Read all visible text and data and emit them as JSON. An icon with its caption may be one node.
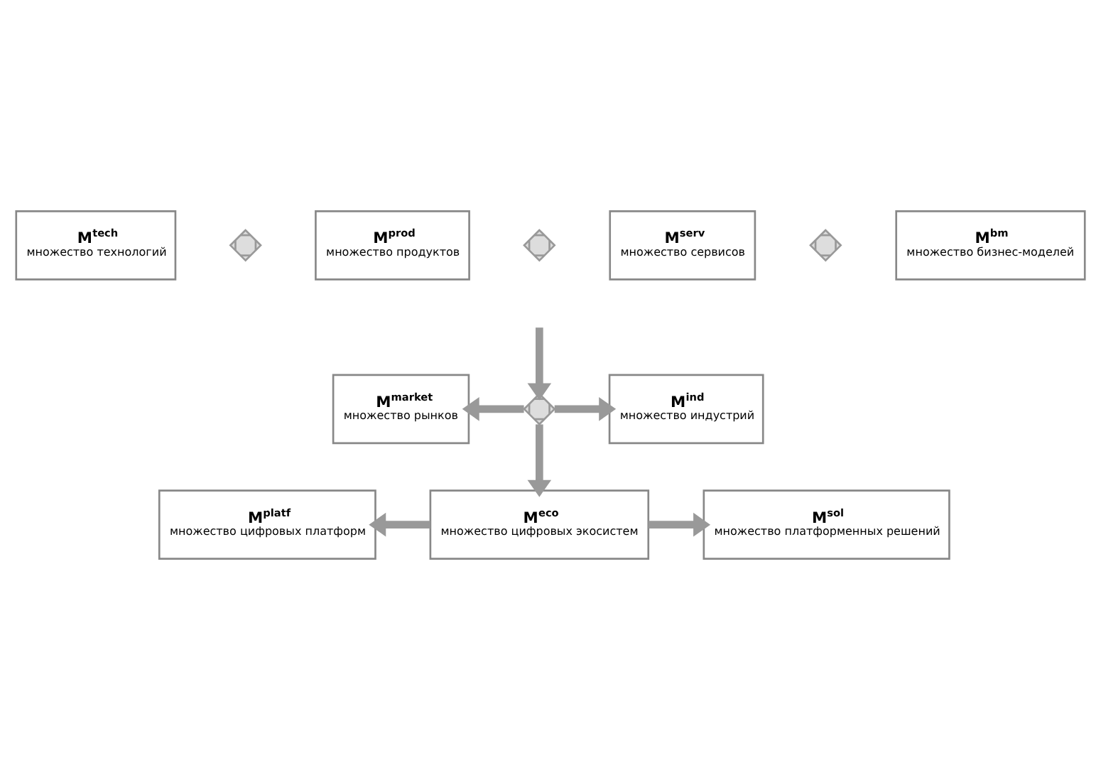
{
  "diagram": {
    "nodes": [
      {
        "text": [
          "M$^{tech}$",
          "множество технологий"
        ]
      },
      {
        "text": [],
        "shape": "cross"
      },
      {
        "text": [
          "M$^{prod}$",
          "множество продуктов"
        ]
      },
      {
        "text": [],
        "shape": "cross"
      },
      {
        "text": [
          "M$^{serv}$",
          "множество сервисов"
        ]
      },
      {
        "text": [],
        "shape": "cross"
      },
      {
        "text": [
          "M$^{bm}$",
          "множество бизнес-моделей"
        ]
      },
      {
        "text": [
          "M$^{market}$",
          "множество рынков"
        ]
      },
      {
        "text": [],
        "shape": "cross"
      },
      {
        "text": [
          "M$^{ind}$",
          "множество индустрий"
        ]
      },
      {
        "text": [
          "M$^{platf}$",
          "множество цифровых платформ"
        ]
      },
      {
        "text": [
          "M$^{eco}$",
          "множество цифровых экосистем"
        ]
      },
      {
        "text": [
          "M$^{sol}$",
          "множество платформенных решений"
        ]
      }
    ],
    "edges": [
      {
        "from": null,
        "to": 8,
        "arrow": "to"
      },
      {
        "from": 8,
        "to": 7,
        "arrow": "to"
      },
      {
        "from": 8,
        "to": 9,
        "arrow": "to"
      },
      {
        "from": 8,
        "to": 11,
        "arrow": "to"
      },
      {
        "from": 11,
        "to": 10,
        "arrow": "to"
      },
      {
        "from": 11,
        "to": 12,
        "arrow": "to"
      }
    ]
  }
}
